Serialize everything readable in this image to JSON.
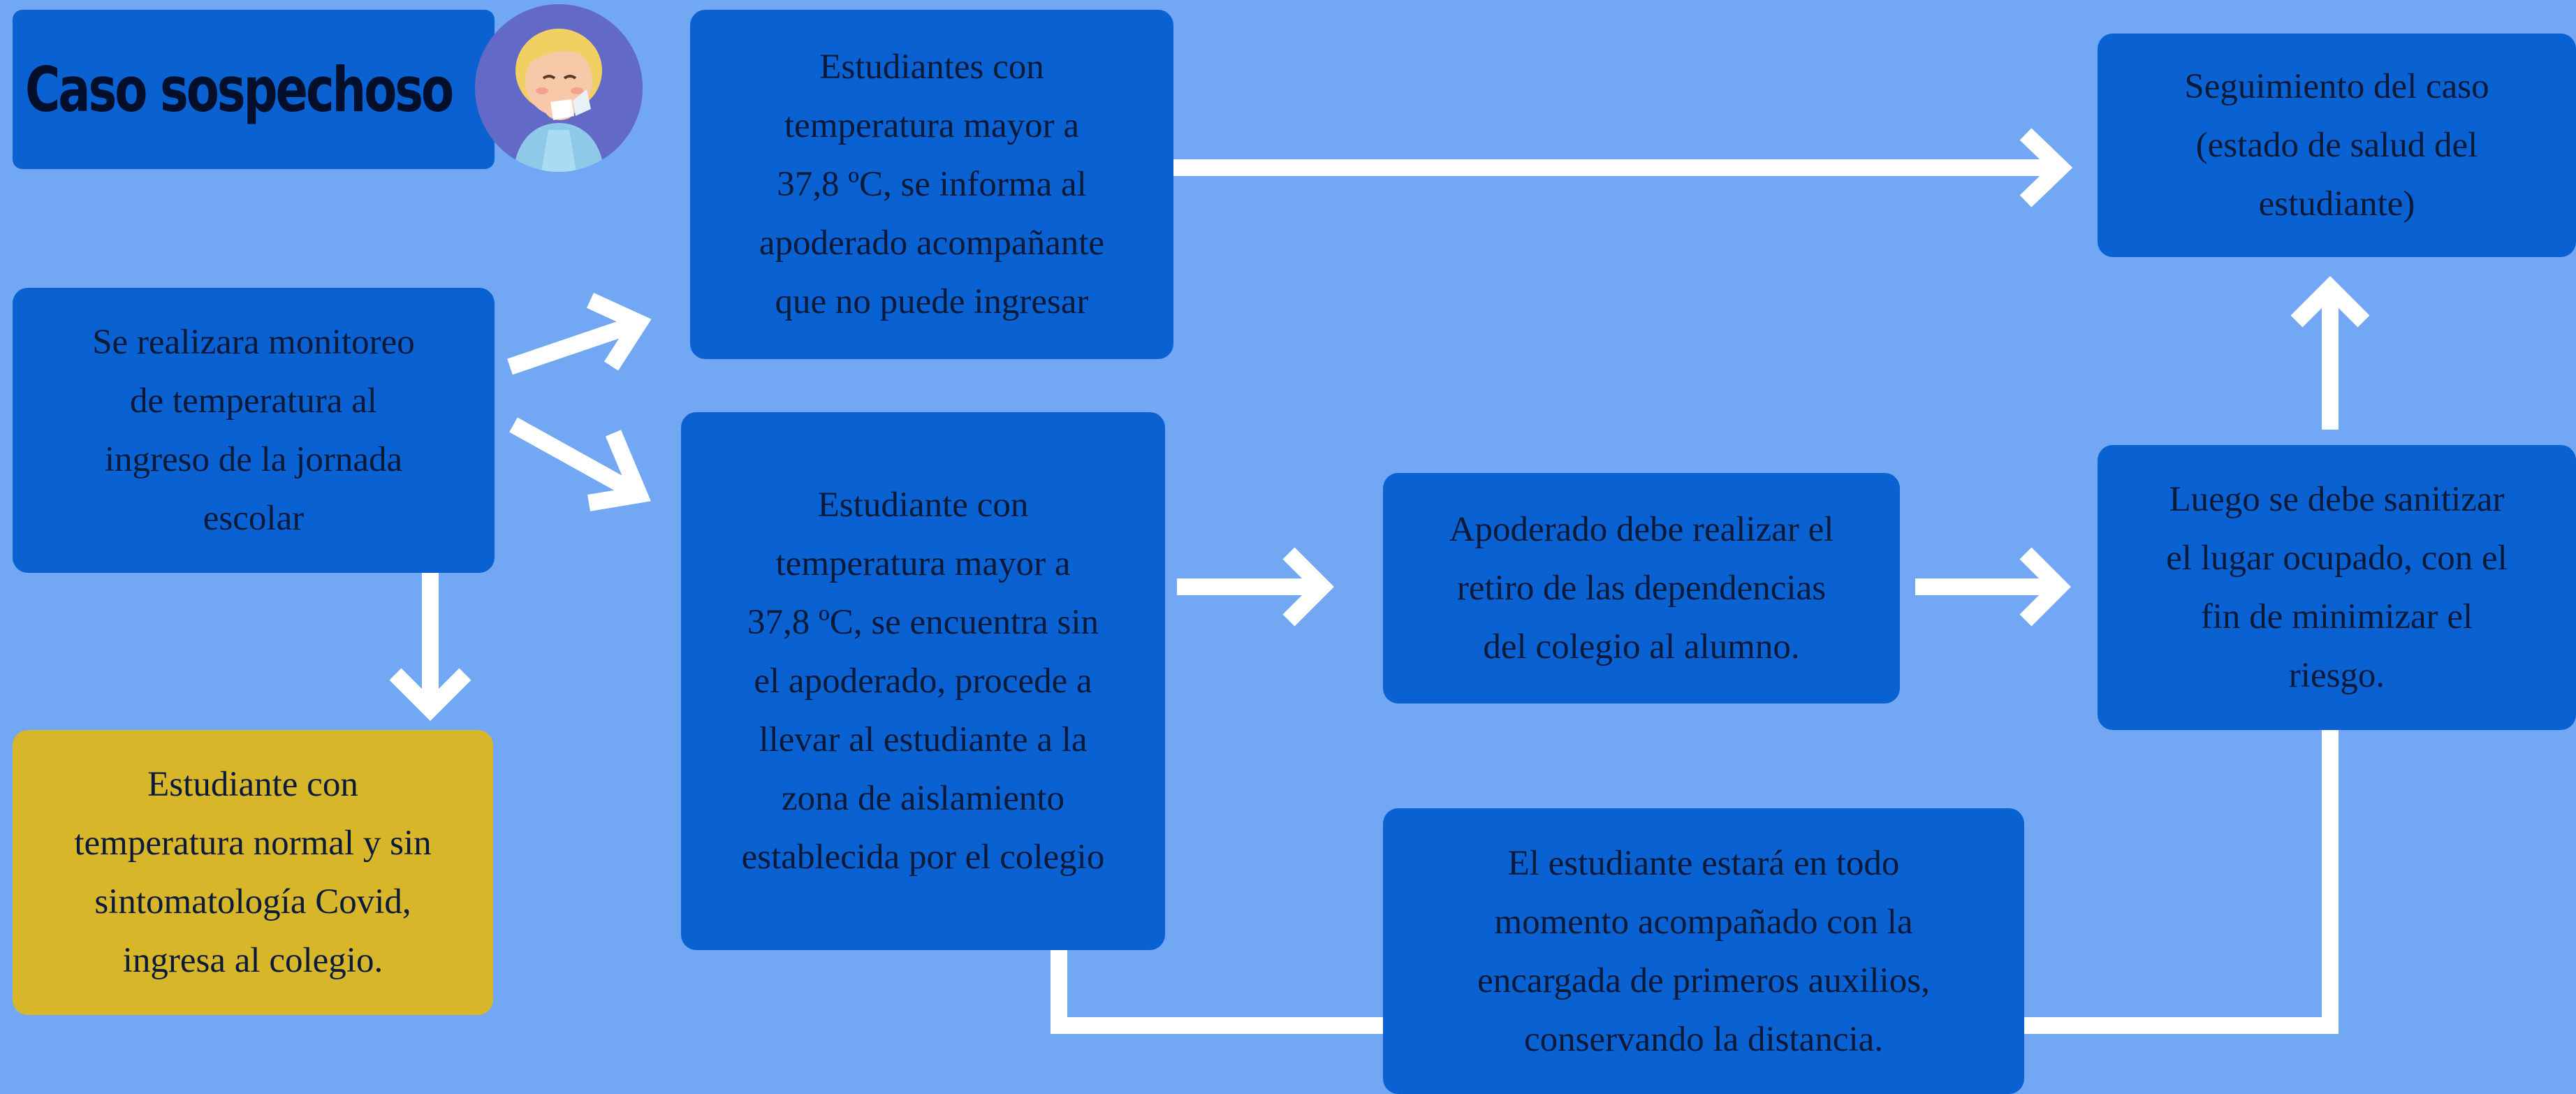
{
  "title": "Caso sospechoso",
  "colors": {
    "background": "#71a7f3",
    "box": "#0961d2",
    "box_highlight": "#d8b62a",
    "arrow": "#ffffff",
    "avatar_bg": "#6269c6"
  },
  "icons": {
    "avatar": "sick-child-sneezing-illustration"
  },
  "nodes": {
    "monitoreo": [
      "Se realizara monitoreo",
      "de temperatura al",
      "ingreso de la jornada",
      "escolar"
    ],
    "con_apoderado": [
      "Estudiantes con",
      "temperatura mayor a",
      "37,8 ºC, se informa al",
      "apoderado acompañante",
      "que no puede ingresar"
    ],
    "normal": [
      "Estudiante con",
      "temperatura normal y sin",
      "sintomatología Covid,",
      "ingresa al colegio."
    ],
    "sin_apoderado": [
      "Estudiante con",
      "temperatura mayor a",
      "37,8 ºC, se encuentra sin",
      "el apoderado, procede a",
      "llevar al estudiante a la",
      "zona de aislamiento",
      "establecida por el colegio"
    ],
    "retiro": [
      "Apoderado debe realizar el",
      "retiro de las dependencias",
      "del colegio al alumno."
    ],
    "acompanado": [
      "El estudiante estará en todo",
      "momento acompañado con la",
      "encargada de primeros auxilios,",
      "conservando la distancia."
    ],
    "sanitizar": [
      "Luego se debe sanitizar",
      "el lugar ocupado, con el",
      "fin de minimizar el",
      "riesgo."
    ],
    "seguimiento": [
      "Seguimiento del caso",
      "(estado de salud del",
      "estudiante)"
    ]
  }
}
